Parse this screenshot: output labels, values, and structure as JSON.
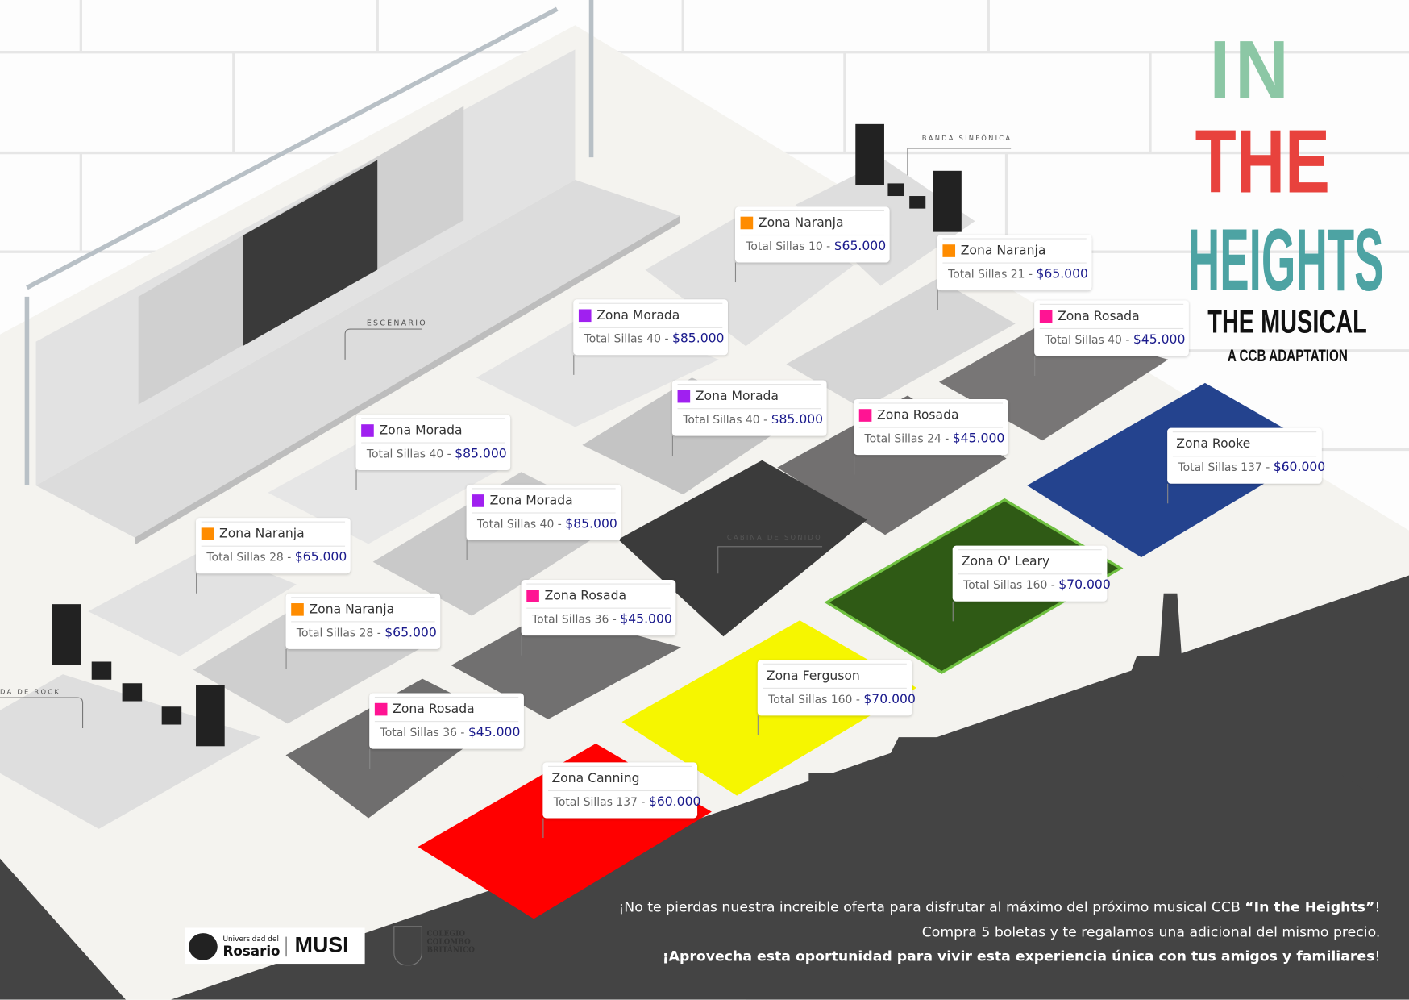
{
  "labels": {
    "stage": "ESCENARIO",
    "band": "BANDA SINFÓNICA",
    "sound_booth": "CABINA DE SONIDO",
    "rock_band": "DA DE ROCK"
  },
  "zones": [
    {
      "name": "Zona Naranja",
      "seats_label": "Total Sillas 10 -",
      "price": "$65.000",
      "color": "#ff8c00"
    },
    {
      "name": "Zona Naranja",
      "seats_label": "Total Sillas 21 -",
      "price": "$65.000",
      "color": "#ff8c00"
    },
    {
      "name": "Zona Morada",
      "seats_label": "Total Sillas 40 -",
      "price": "$85.000",
      "color": "#a020f0"
    },
    {
      "name": "Zona Rosada",
      "seats_label": "Total Sillas 40 -",
      "price": "$45.000",
      "color": "#ff1493"
    },
    {
      "name": "Zona Morada",
      "seats_label": "Total Sillas 40 -",
      "price": "$85.000",
      "color": "#a020f0"
    },
    {
      "name": "Zona Rosada",
      "seats_label": "Total Sillas 24 -",
      "price": "$45.000",
      "color": "#ff1493"
    },
    {
      "name": "Zona Morada",
      "seats_label": "Total Sillas 40 -",
      "price": "$85.000",
      "color": "#a020f0"
    },
    {
      "name": "Zona Rooke",
      "seats_label": "Total Sillas 137 -",
      "price": "$60.000",
      "color": ""
    },
    {
      "name": "Zona Morada",
      "seats_label": "Total Sillas 40 -",
      "price": "$85.000",
      "color": "#a020f0"
    },
    {
      "name": "Zona Naranja",
      "seats_label": "Total Sillas 28 -",
      "price": "$65.000",
      "color": "#ff8c00"
    },
    {
      "name": "Zona O' Leary",
      "seats_label": "Total Sillas 160 -",
      "price": "$70.000",
      "color": ""
    },
    {
      "name": "Zona Naranja",
      "seats_label": "Total Sillas 28 -",
      "price": "$65.000",
      "color": "#ff8c00"
    },
    {
      "name": "Zona Rosada",
      "seats_label": "Total Sillas 36 -",
      "price": "$45.000",
      "color": "#ff1493"
    },
    {
      "name": "Zona Ferguson",
      "seats_label": "Total Sillas 160 -",
      "price": "$70.000",
      "color": ""
    },
    {
      "name": "Zona Rosada",
      "seats_label": "Total Sillas 36 -",
      "price": "$45.000",
      "color": "#ff1493"
    },
    {
      "name": "Zona Canning",
      "seats_label": "Total Sillas 137 -",
      "price": "$60.000",
      "color": ""
    }
  ],
  "title_logo": {
    "line1": "IN",
    "line2": "THE",
    "line3": "HEIGHTS",
    "subtitle": "THE MUSICAL",
    "tagline": "A CCB ADAPTATION"
  },
  "promo": {
    "line1_pre": "¡No te pierdas nuestra increible oferta para disfrutar al máximo del próximo musical CCB ",
    "line1_bold": "“In the Heights”",
    "line1_post": "!",
    "line2": "Compra 5 boletas y te regalamos una adicional del mismo precio.",
    "line3_bold": "¡Aprovecha esta oportunidad para vivir esta experiencia única con tus amigos y familiares",
    "line3_post": "!"
  },
  "sponsors": {
    "rosario_small": "Universidad del",
    "rosario_big": "Rosario",
    "musi": "MUSI",
    "ccb": [
      "COLEGIO",
      "COLOMBO",
      "BRITÁNICO"
    ]
  }
}
